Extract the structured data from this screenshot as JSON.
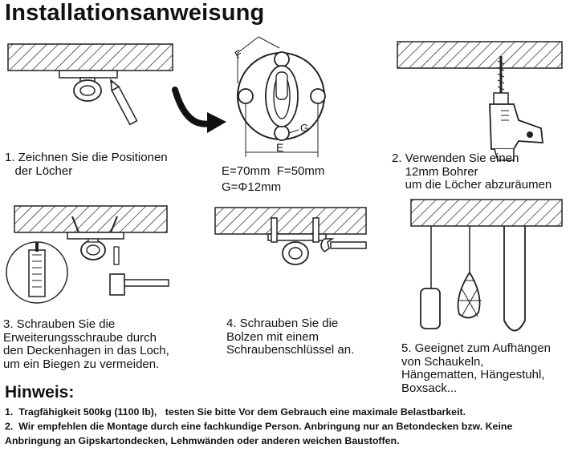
{
  "title": "Installationsanweisung",
  "dims": {
    "e_f": "E=70mm  F=50mm",
    "g": "G=Φ12mm",
    "letter_f": "F",
    "letter_g": "G",
    "letter_e": "E"
  },
  "steps": [
    {
      "lines": [
        "1. Zeichnen Sie die Positionen",
        "   der Löcher"
      ]
    },
    {
      "lines": [
        "2. Verwenden Sie einen",
        "    12mm Bohrer",
        "    um die Löcher abzuräumen"
      ]
    },
    {
      "lines": [
        "3. Schrauben Sie die",
        "Erweiterungsschraube durch",
        "den Deckenhagen in das Loch,",
        "um ein Biegen zu vermeiden."
      ]
    },
    {
      "lines": [
        "4. Schrauben Sie die",
        "Bolzen mit einem",
        "Schraubenschlüssel an."
      ]
    },
    {
      "lines": [
        "5. Geeignet zum Aufhängen",
        "von Schaukeln,",
        "Hängematten, Hängestuhl,",
        "Boxsack..."
      ]
    }
  ],
  "hinweis": {
    "heading": "Hinweis:",
    "notes": [
      "1.  Tragfähigkeit 500kg (1100 lb),   testen Sie bitte Vor dem Gebrauch eine maximale Belastbarkeit.",
      "2.  Wir empfehlen die Montage durch eine fachkundige Person. Anbringung nur an Betondecken bzw. Keine",
      "Anbringung an Gipskartondecken, Lehmwänden oder anderen weichen Baustoffen."
    ]
  }
}
